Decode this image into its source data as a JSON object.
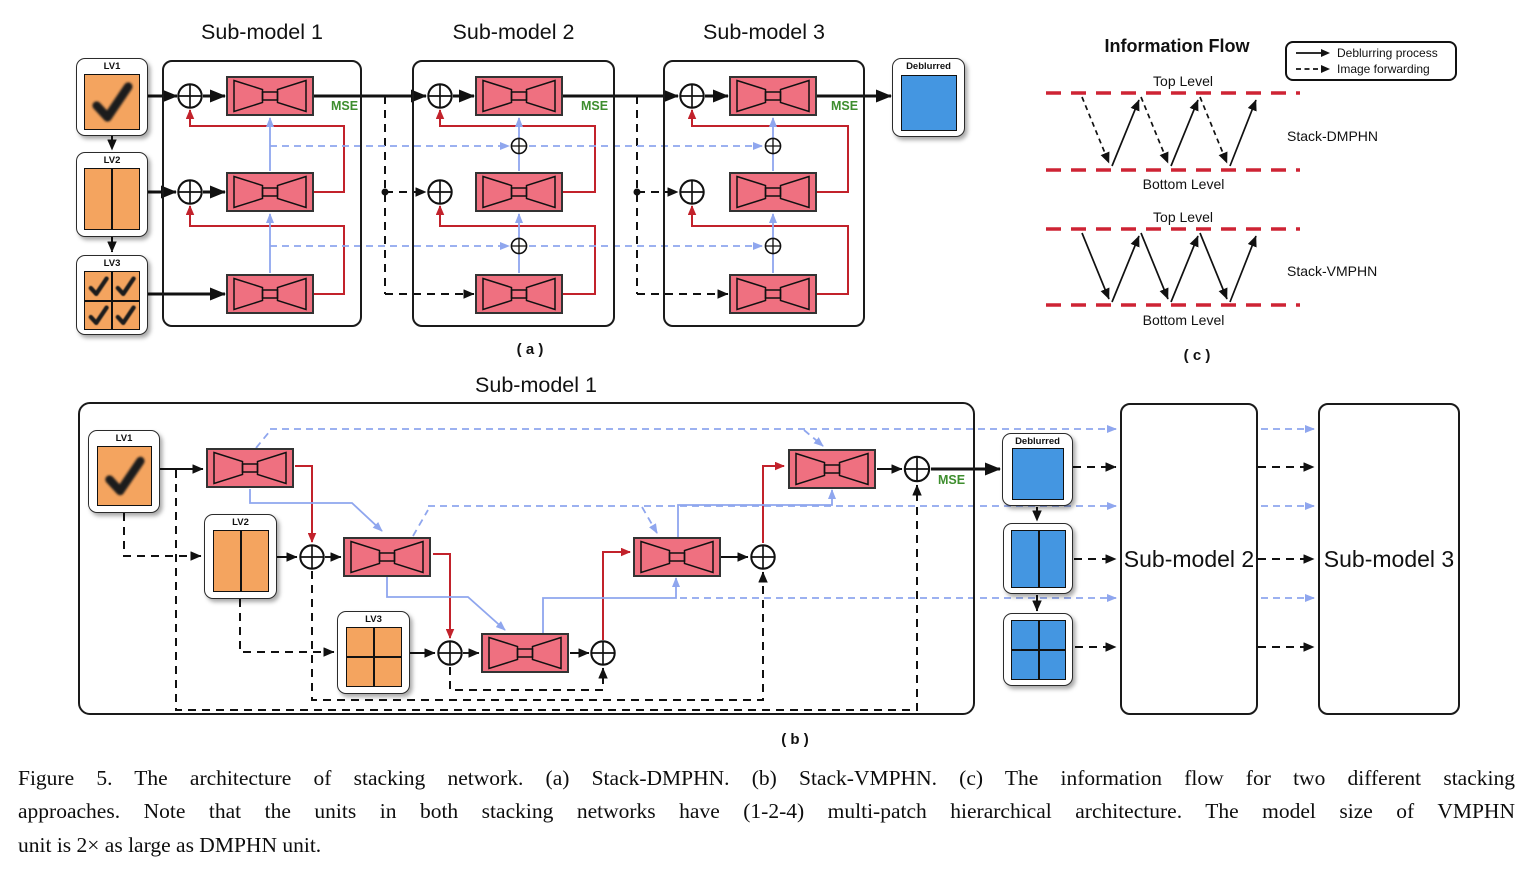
{
  "colors": {
    "block_pink": "#EF7080",
    "patch_orange": "#F4A45F",
    "deblurred_blue": "#4496E1",
    "connector_red": "#C2222B",
    "connector_blue": "#8FA6EE",
    "level_red": "#CE2334",
    "mse_green": "#3E8E2E"
  },
  "part_a": {
    "submodels": [
      {
        "title": "Sub-model 1"
      },
      {
        "title": "Sub-model 2"
      },
      {
        "title": "Sub-model 3"
      }
    ],
    "inputs": [
      {
        "label": "LV1"
      },
      {
        "label": "LV2"
      },
      {
        "label": "LV3"
      }
    ],
    "mse_label": "MSE",
    "output_label": "Deblurred",
    "part_label": "( a )"
  },
  "part_b": {
    "title": "Sub-model 1",
    "inputs": [
      {
        "label": "LV1"
      },
      {
        "label": "LV2"
      },
      {
        "label": "LV3"
      }
    ],
    "mse_label": "MSE",
    "output_label": "Deblurred",
    "next_submodels": [
      {
        "label": "Sub-model 2"
      },
      {
        "label": "Sub-model 3"
      }
    ],
    "part_label": "( b )"
  },
  "part_c": {
    "title": "Information Flow",
    "legend": [
      {
        "style": "solid",
        "label": "Deblurring process"
      },
      {
        "style": "dashed",
        "label": "Image forwarding"
      }
    ],
    "diagrams": [
      {
        "name": "Stack-DMPHN",
        "top_label": "Top Level",
        "bottom_label": "Bottom Level"
      },
      {
        "name": "Stack-VMPHN",
        "top_label": "Top Level",
        "bottom_label": "Bottom Level"
      }
    ],
    "part_label": "( c )"
  },
  "caption": {
    "lines": [
      "Figure 5. The architecture of stacking network. (a) Stack-DMPHN. (b) Stack-VMPHN. (c) The information flow for two different stacking",
      "approaches. Note that the units in both stacking networks have (1-2-4) multi-patch hierarchical architecture. The model size of VMPHN",
      "unit is 2× as large as DMPHN unit."
    ]
  }
}
